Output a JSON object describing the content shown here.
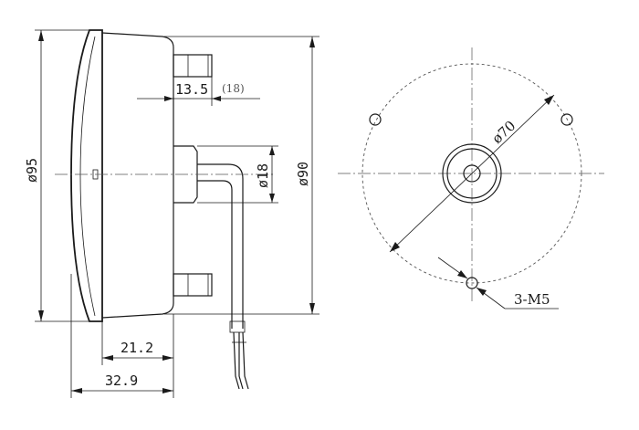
{
  "side_view": {
    "dim_dia95": "ø95",
    "dim_dia90": "ø90",
    "dim_dia18": "ø18",
    "dim_13_5": "13.5",
    "dim_18_ref": "(18)",
    "dim_21_2": "21.2",
    "dim_32_9": "32.9"
  },
  "front_view": {
    "dim_dia70": "ø70",
    "thread_note": "3-M5"
  }
}
